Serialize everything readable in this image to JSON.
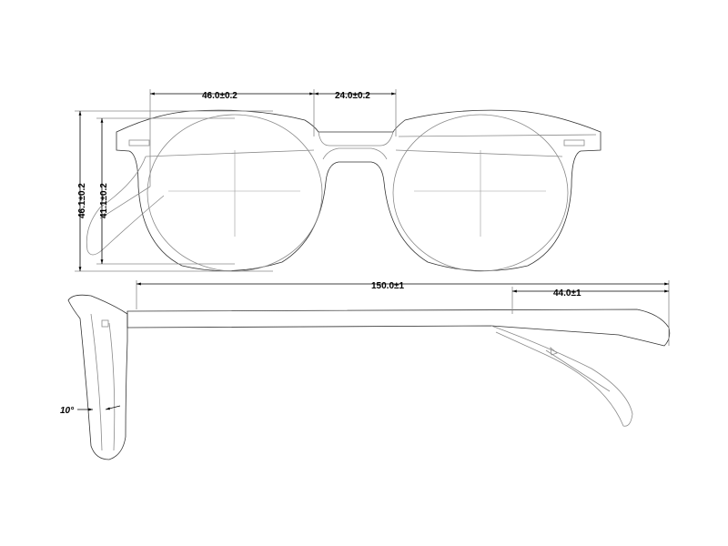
{
  "dimensions": {
    "lens_width": "46.0±0.2",
    "bridge_width": "24.0±0.2",
    "frame_height": "46.1±0.2",
    "lens_height": "41.1±0.2",
    "temple_length": "150.0±1",
    "temple_tip_length": "44.0±1",
    "pantoscopic_angle": "10°"
  }
}
